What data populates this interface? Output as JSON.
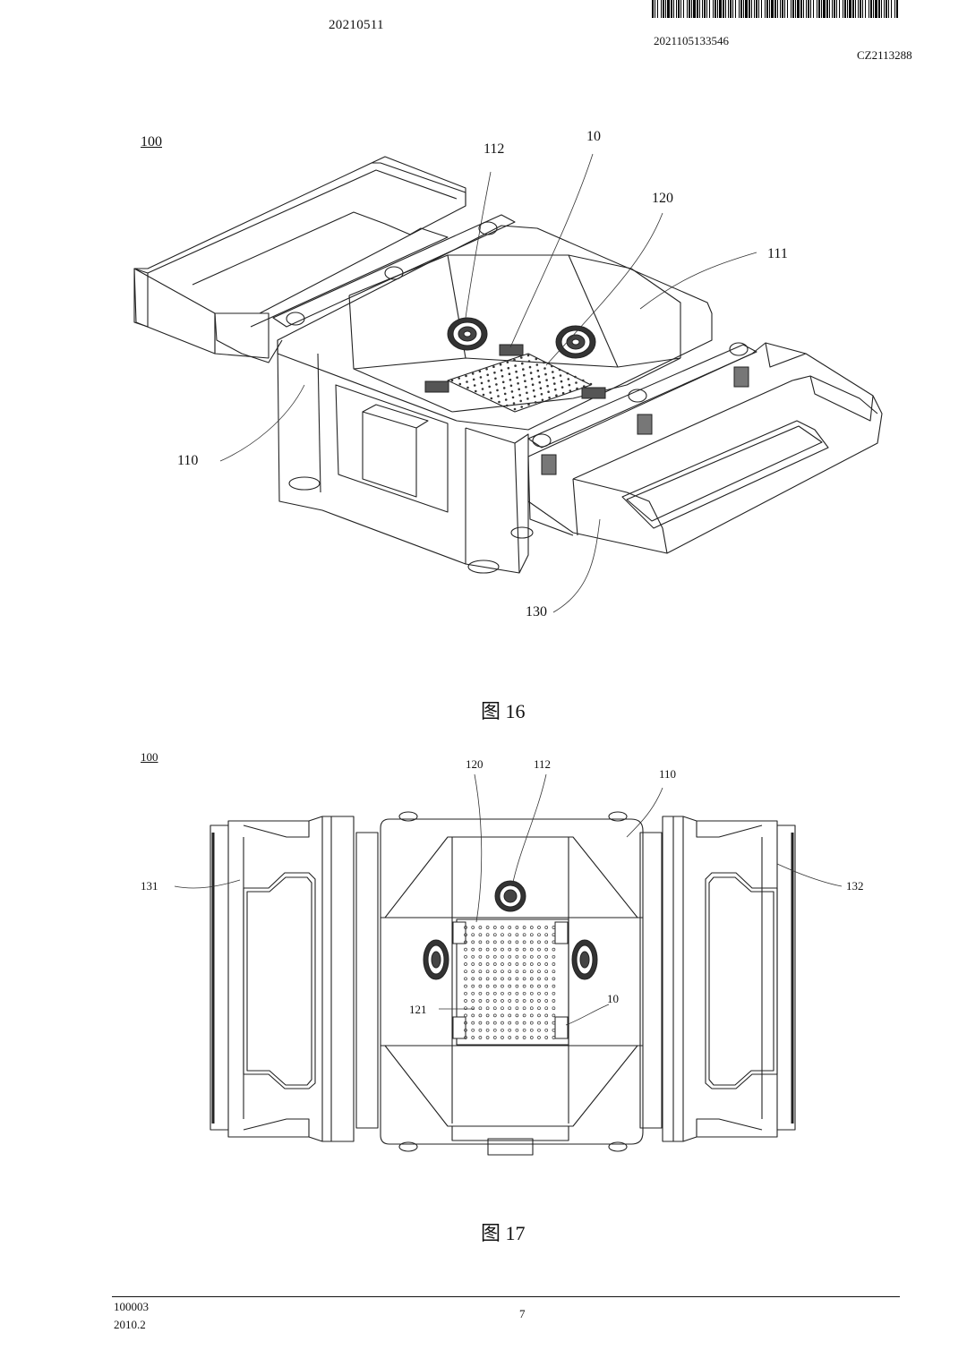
{
  "header": {
    "left_code": "20210511",
    "barcode_number": "2021105133546",
    "doc_code": "CZ2113288"
  },
  "figure16": {
    "caption": "图 16",
    "labels": {
      "ref100": "100",
      "ref112": "112",
      "ref10": "10",
      "ref120": "120",
      "ref111": "111",
      "ref110": "110",
      "ref130": "130"
    }
  },
  "figure17": {
    "caption": "图 17",
    "labels": {
      "ref100": "100",
      "ref120": "120",
      "ref112": "112",
      "ref110": "110",
      "ref131": "131",
      "ref132": "132",
      "ref121": "121",
      "ref10": "10"
    }
  },
  "footer": {
    "form_code": "100003",
    "edition": "2010.2",
    "page_number": "7"
  }
}
